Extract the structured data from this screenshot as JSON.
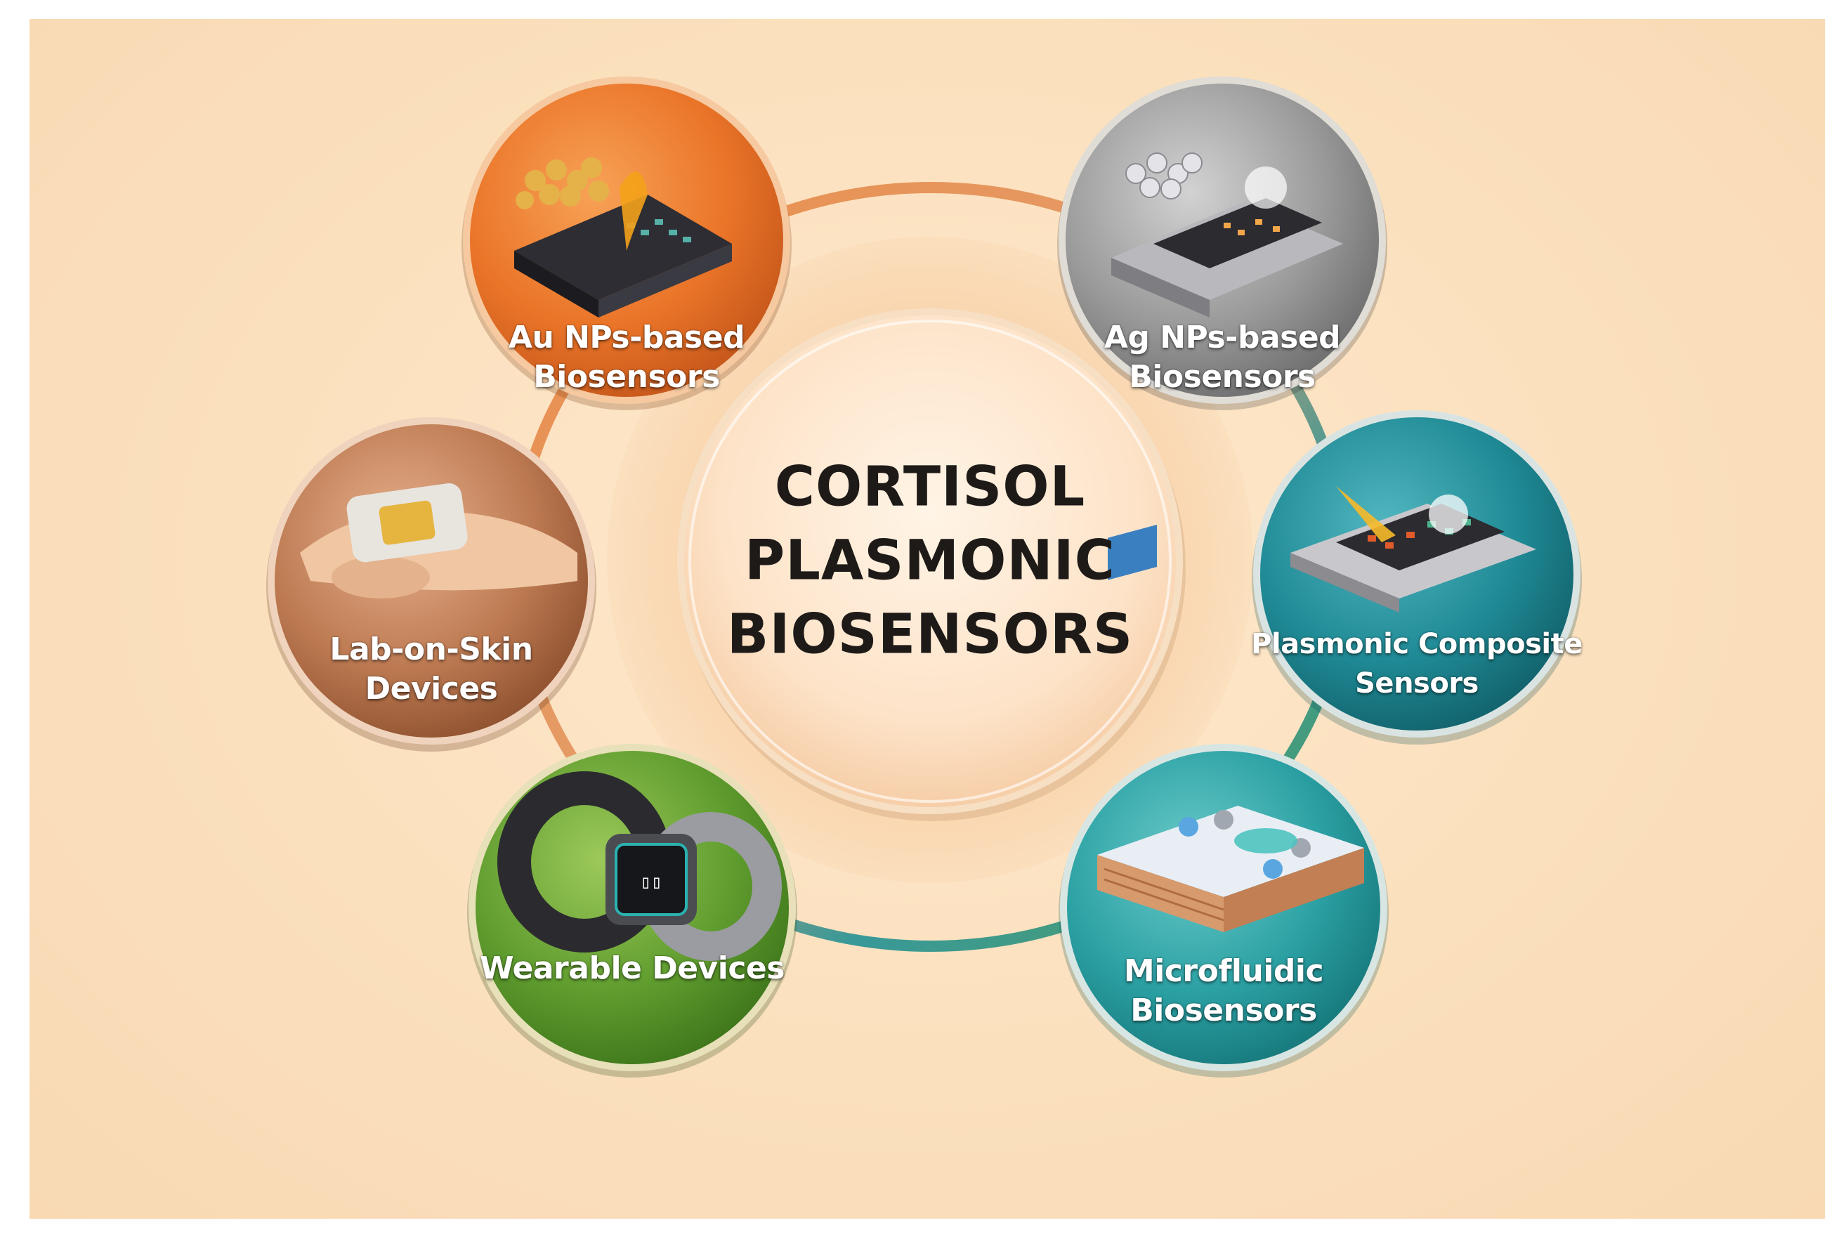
{
  "center": {
    "lines": [
      "CORTISOL",
      "PLASMONIC",
      "BIOSENSORS"
    ]
  },
  "nodes": [
    {
      "id": "au",
      "lines": [
        "Au NPs-based",
        "Biosensors"
      ],
      "color": "#e9742a",
      "icon": "gold-nanoparticle-chip-icon"
    },
    {
      "id": "ag",
      "lines": [
        "Ag NPs-based",
        "Biosensors"
      ],
      "color": "#8e8e8e",
      "icon": "silver-nanoparticle-chip-icon"
    },
    {
      "id": "composite",
      "lines": [
        "Plasmonic Composite",
        "Sensors"
      ],
      "color": "#1f8e98",
      "icon": "composite-sensor-chip-icon"
    },
    {
      "id": "microfluidic",
      "lines": [
        "Microfluidic",
        "Biosensors"
      ],
      "color": "#2aa2a5",
      "icon": "microfluidic-chip-icon"
    },
    {
      "id": "wearable",
      "lines": [
        "Wearable Devices"
      ],
      "color": "#5d9b2e",
      "icon": "smartwatch-icon"
    },
    {
      "id": "skin",
      "lines": [
        "Lab-on-Skin",
        "Devices"
      ],
      "color": "#b8714b",
      "icon": "skin-patch-icon"
    }
  ]
}
